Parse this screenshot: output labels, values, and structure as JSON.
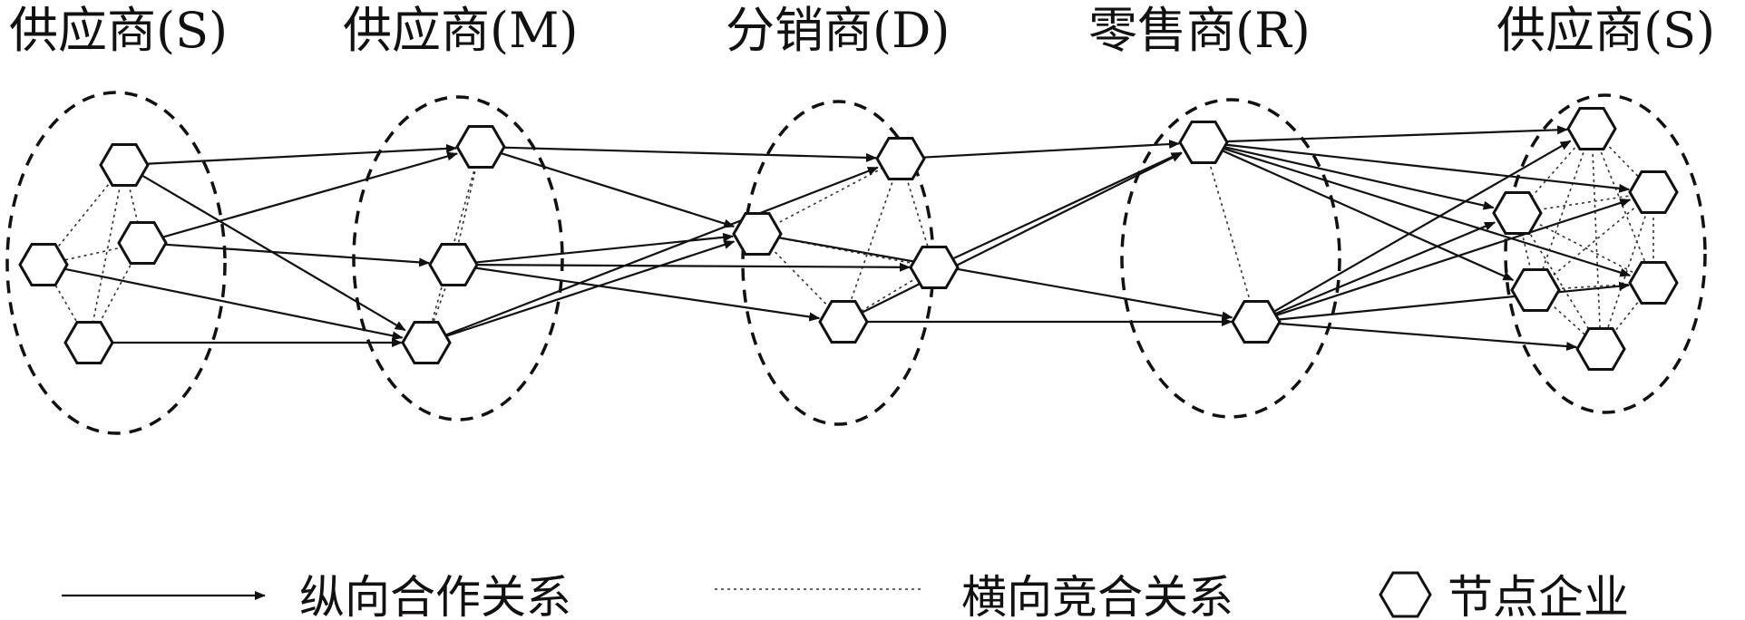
{
  "headings": [
    {
      "label": "供应商(S)"
    },
    {
      "label": "供应商(M)"
    },
    {
      "label": "分销商(D)"
    },
    {
      "label": "零售商(R)"
    },
    {
      "label": "供应商(S)"
    }
  ],
  "legend": {
    "vertical": "纵向合作关系",
    "horizontal": "横向竞合关系",
    "node": "节点企业"
  },
  "nodes": [
    {
      "id": "s1a"
    },
    {
      "id": "s1b"
    },
    {
      "id": "s1c"
    },
    {
      "id": "s1d"
    },
    {
      "id": "m1"
    },
    {
      "id": "m2"
    },
    {
      "id": "m3"
    },
    {
      "id": "d1"
    },
    {
      "id": "d2"
    },
    {
      "id": "d3"
    },
    {
      "id": "d4"
    },
    {
      "id": "r1"
    },
    {
      "id": "r2"
    },
    {
      "id": "s2a"
    },
    {
      "id": "s2b"
    },
    {
      "id": "s2c"
    },
    {
      "id": "s2d"
    },
    {
      "id": "s2e"
    },
    {
      "id": "s2f"
    }
  ],
  "solid_edges": [
    [
      "s1a",
      "m1"
    ],
    [
      "s1a",
      "m3"
    ],
    [
      "s1b",
      "m1"
    ],
    [
      "s1b",
      "m2"
    ],
    [
      "s1c",
      "m3"
    ],
    [
      "s1d",
      "m3"
    ],
    [
      "m1",
      "d1"
    ],
    [
      "m1",
      "d2"
    ],
    [
      "m2",
      "d1"
    ],
    [
      "m2",
      "d3"
    ],
    [
      "m2",
      "d4"
    ],
    [
      "m3",
      "d1"
    ],
    [
      "m3",
      "d2"
    ],
    [
      "d2",
      "r1"
    ],
    [
      "d3",
      "r1"
    ],
    [
      "d1",
      "r2"
    ],
    [
      "d4",
      "r2"
    ],
    [
      "d4",
      "r1"
    ],
    [
      "r1",
      "s2a"
    ],
    [
      "r1",
      "s2b"
    ],
    [
      "r1",
      "s2c"
    ],
    [
      "r1",
      "s2d"
    ],
    [
      "r1",
      "s2e"
    ],
    [
      "r2",
      "s2a"
    ],
    [
      "r2",
      "s2b"
    ],
    [
      "r2",
      "s2c"
    ],
    [
      "r2",
      "s2d"
    ],
    [
      "r2",
      "s2f"
    ]
  ],
  "dotted_edges": [
    [
      "s1a",
      "s1b"
    ],
    [
      "s1a",
      "s1c"
    ],
    [
      "s1a",
      "s1d"
    ],
    [
      "s1b",
      "s1c"
    ],
    [
      "s1b",
      "s1d"
    ],
    [
      "s1c",
      "s1d"
    ],
    [
      "m1",
      "m2"
    ],
    [
      "m1",
      "m3"
    ],
    [
      "m2",
      "m3"
    ],
    [
      "d1",
      "d2"
    ],
    [
      "d1",
      "d3"
    ],
    [
      "d1",
      "d4"
    ],
    [
      "d2",
      "d3"
    ],
    [
      "d2",
      "d4"
    ],
    [
      "d3",
      "d4"
    ],
    [
      "r1",
      "r2"
    ],
    [
      "s2a",
      "s2b"
    ],
    [
      "s2a",
      "s2c"
    ],
    [
      "s2a",
      "s2d"
    ],
    [
      "s2a",
      "s2e"
    ],
    [
      "s2a",
      "s2f"
    ],
    [
      "s2b",
      "s2c"
    ],
    [
      "s2b",
      "s2d"
    ],
    [
      "s2b",
      "s2e"
    ],
    [
      "s2b",
      "s2f"
    ],
    [
      "s2c",
      "s2d"
    ],
    [
      "s2c",
      "s2e"
    ],
    [
      "s2c",
      "s2f"
    ],
    [
      "s2d",
      "s2e"
    ],
    [
      "s2d",
      "s2f"
    ],
    [
      "s2e",
      "s2f"
    ]
  ]
}
